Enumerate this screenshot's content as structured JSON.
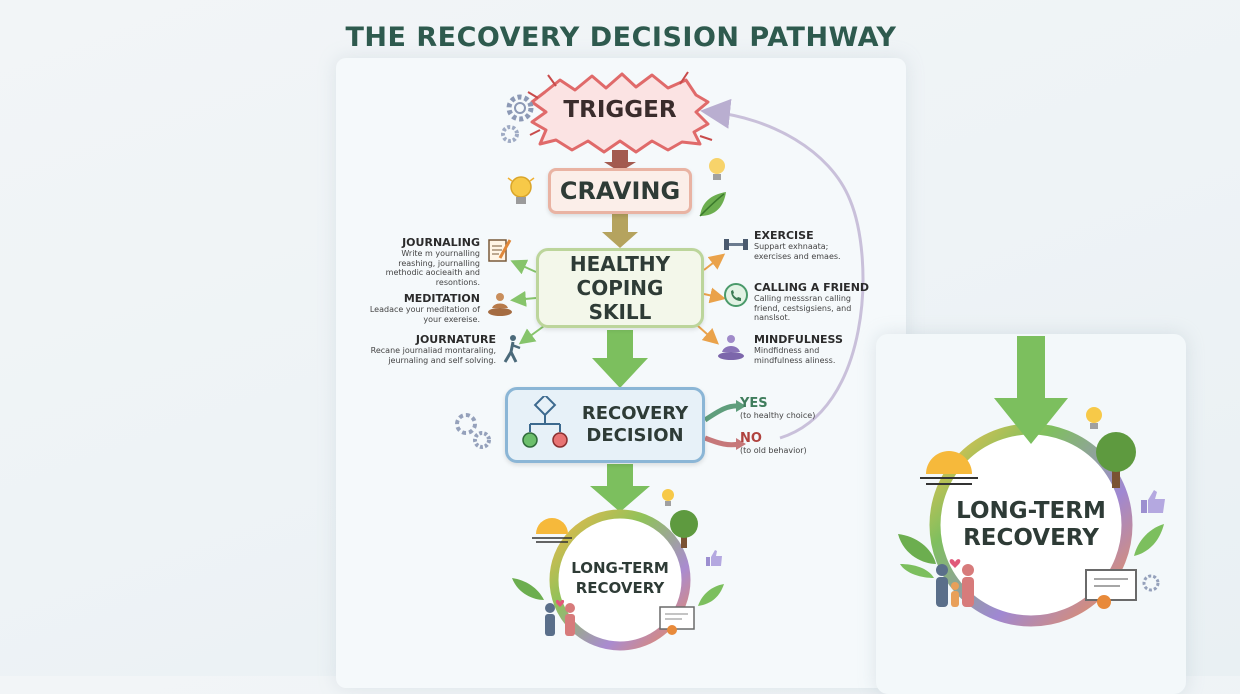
{
  "title": "THE RECOVERY DECISION PATHWAY",
  "nodes": {
    "trigger": "TRIGGER",
    "craving": "CRAVING",
    "coping": "HEALTHY COPING SKILL",
    "decision": "RECOVERY DECISION",
    "long_term": "LONG-TERM RECOVERY"
  },
  "skills_left": [
    {
      "heading": "JOURNALING",
      "desc": "Write m yournalling reashing, journalling methodic aocieaith and resontions."
    },
    {
      "heading": "MEDITATION",
      "desc": "Leadace your meditation of your exereise."
    },
    {
      "heading": "JOURNATURE",
      "desc": "Recane journaliad montaraling, jeurnaling and self solving."
    }
  ],
  "skills_right": [
    {
      "heading": "EXERCISE",
      "desc": "Suppart exhnaata; exercises and emaes."
    },
    {
      "heading": "CALLING A FRIEND",
      "desc": "Calling messsran calling friend, cestsigsiens, and nanslsot."
    },
    {
      "heading": "MINDFULNESS",
      "desc": "Mindfidness and mindfulness aliness."
    }
  ],
  "choices": {
    "yes": {
      "label": "YES",
      "note": "(to healthy choice)",
      "color": "#3f7d5c"
    },
    "no": {
      "label": "NO",
      "note": "(to old behavior)",
      "color": "#b0433f"
    }
  },
  "icons": [
    "gear-icon",
    "lightbulb-icon",
    "leaf-icon",
    "pencil-notebook-icon",
    "meditation-icon",
    "person-walking-icon",
    "dumbbell-icon",
    "phone-bubble-icon",
    "flowchart-icon",
    "sun-icon",
    "tree-icon",
    "thumbs-up-icon",
    "family-icon",
    "certificate-icon"
  ],
  "colors": {
    "title": "#2e5a4e",
    "trigger": "#e06a6a",
    "craving": "#e9b3a3",
    "coping": "#bcd59b",
    "decision": "#8bb6d6",
    "arrow_down": "#7cbf5e"
  }
}
